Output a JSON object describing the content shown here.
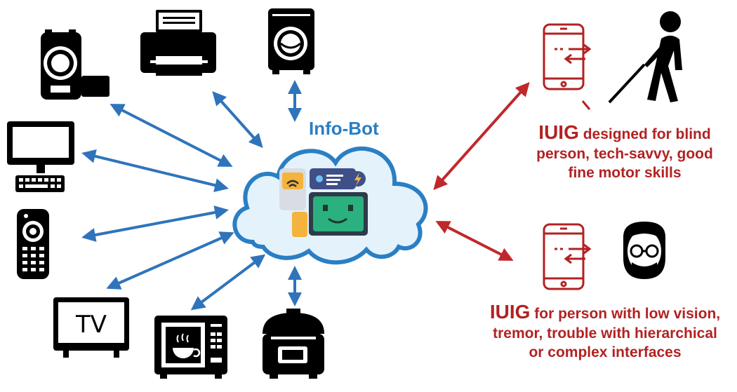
{
  "title": "Info-Bot",
  "colors": {
    "blue_arrow": "#2f74bb",
    "red_arrow": "#c0282b",
    "red_text": "#b22222",
    "cloud_stroke": "#2a7fc4",
    "cloud_fill": "#e4f2fb",
    "robot_screen": "#2bb07f",
    "icon_black": "#000000",
    "title_blue": "#2a7fc4"
  },
  "devices": [
    {
      "name": "camcorder-icon"
    },
    {
      "name": "printer-icon"
    },
    {
      "name": "washing-machine-icon"
    },
    {
      "name": "desktop-computer-icon"
    },
    {
      "name": "remote-control-icon"
    },
    {
      "name": "tv-icon",
      "label": "TV"
    },
    {
      "name": "microwave-icon"
    },
    {
      "name": "rice-cooker-icon"
    }
  ],
  "users": [
    {
      "keyword": "IUIG",
      "line1_rest": " designed for blind",
      "line2": "person, tech-savvy, good",
      "line3": "fine motor skills",
      "icons": [
        "smartphone-icon",
        "blind-person-icon"
      ]
    },
    {
      "keyword": "IUIG",
      "line1_rest": " for person with low vision,",
      "line2": "tremor, trouble with hierarchical",
      "line3": "or complex interfaces",
      "icons": [
        "smartphone-icon",
        "elderly-person-icon"
      ]
    }
  ]
}
